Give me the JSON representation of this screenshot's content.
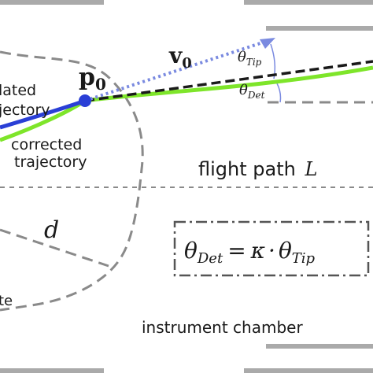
{
  "labels": {
    "v0_main": "v",
    "v0_sub": "0",
    "p0_main": "p",
    "p0_sub": "0",
    "theta_tip_main": "θ",
    "theta_tip_sub": "Tip",
    "theta_det_main": "θ",
    "theta_det_sub": "Det",
    "simulated_line1": "lated",
    "simulated_line2": "jectory",
    "corrected_line1": "corrected",
    "corrected_line2": "trajectory",
    "flight_path": "flight path",
    "flight_path_var": "L",
    "distance": "d",
    "partial_bottom_left": "te",
    "instrument_chamber": "instrument chamber"
  },
  "equation": {
    "lhs_main": "θ",
    "lhs_sub": "Det",
    "equals": "=",
    "kappa": "κ",
    "dot": "·",
    "rhs_main": "θ",
    "rhs_sub": "Tip"
  },
  "colors": {
    "simulated_trajectory": "#2a3fd6",
    "corrected_trajectory": "#7ee52a",
    "velocity_vector": "#7a8ae0",
    "dashed_line": "#1a1a1a",
    "outline_gray": "#8a8a8a",
    "chamber_bars": "#aaaaaa",
    "text": "#1a1a1a"
  }
}
